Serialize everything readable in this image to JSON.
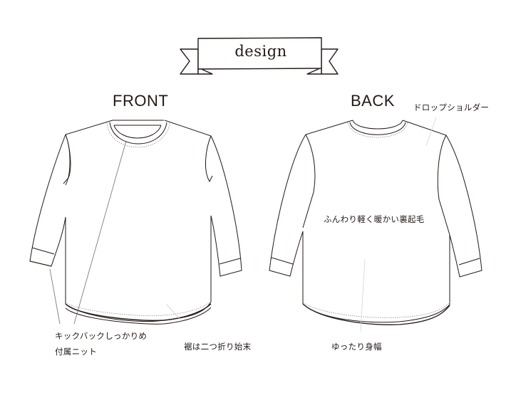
{
  "banner": {
    "label": "design",
    "icon": "ribbon-banner-icon"
  },
  "views": {
    "front": {
      "title": "FRONT"
    },
    "back": {
      "title": "BACK"
    }
  },
  "annotations": {
    "drop_shoulder": "ドロップショルダー",
    "fleece": "ふんわり軽く暖かい裏起毛",
    "kickback": "キックバックしっかりめ",
    "attached_knit": "付属ニット",
    "hem_finish": "裾は二つ折り始末",
    "loose_body": "ゆったり身幅"
  },
  "colors": {
    "line": "#231815",
    "leader": "#9a9a9a",
    "stitch": "#8c8c8c",
    "background": "#ffffff"
  }
}
